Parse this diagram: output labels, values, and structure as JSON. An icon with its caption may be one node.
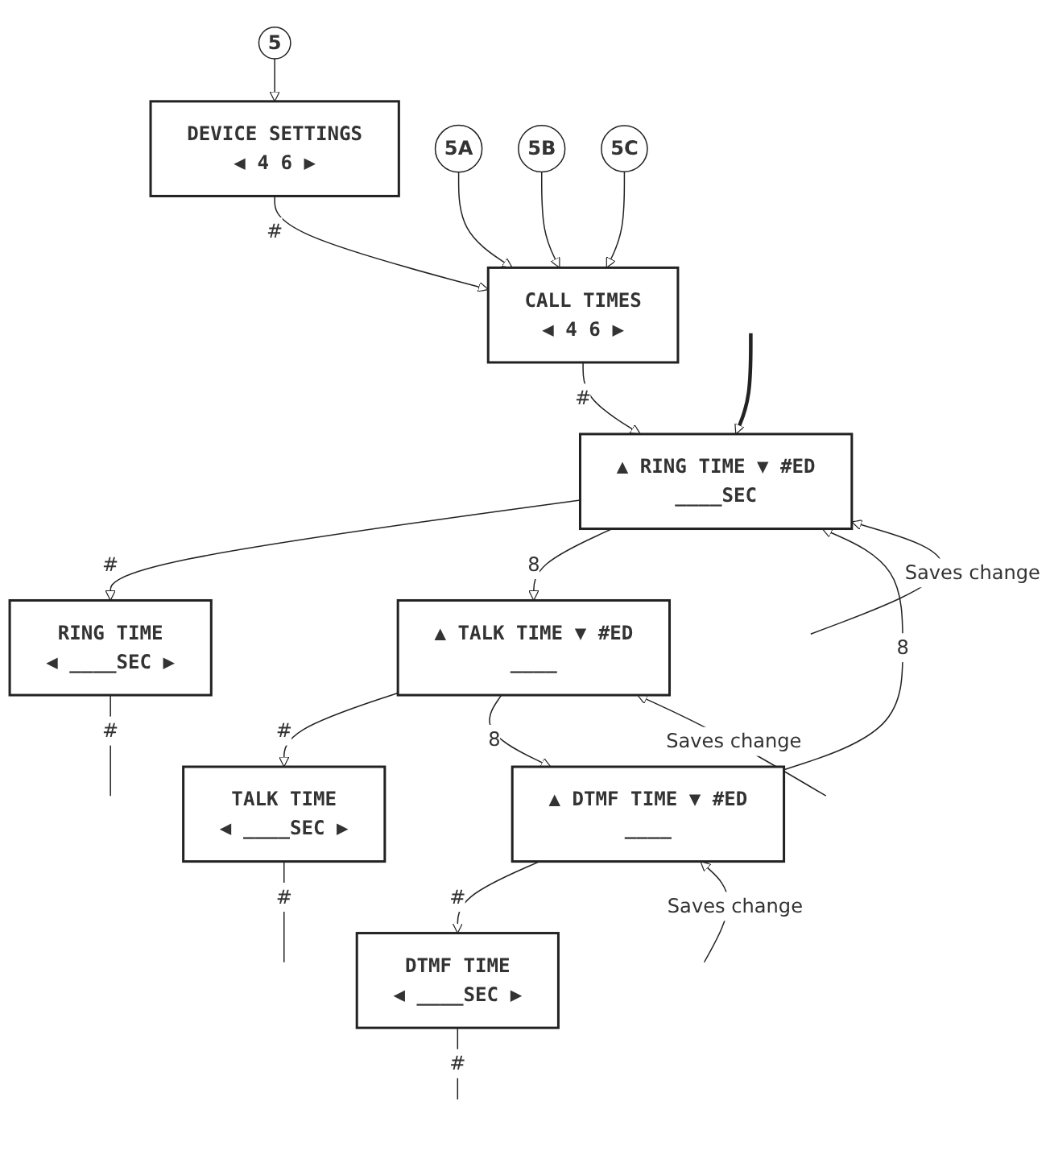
{
  "diagram": {
    "nodes": [
      {
        "text": [
          "5"
        ]
      },
      {
        "text": [
          "DEVICE SETTINGS",
          "◀ 4 6 ▶"
        ]
      },
      {
        "text": [
          "5A"
        ]
      },
      {
        "text": [
          "CALL TIMES",
          "◀ 4 6 ▶"
        ]
      },
      {
        "text": [
          "5B"
        ]
      },
      {
        "text": [
          "5C"
        ]
      },
      {
        "text": [
          "▲ RING TIME ▼ #ED",
          "____SEC"
        ]
      },
      {
        "text": [
          "RING TIME",
          "◀ ____SEC ▶"
        ]
      },
      {
        "text": [
          "▲ TALK TIME ▼ #ED",
          "____"
        ]
      },
      {
        "text": [
          "TALK TIME",
          "◀ ____SEC ▶"
        ]
      },
      {
        "text": [
          "▲ DTMF TIME ▼ #ED",
          "____"
        ]
      },
      {
        "text": [
          "DTMF TIME",
          "◀ ____SEC ▶"
        ]
      }
    ],
    "edges": [
      {
        "from": 0,
        "to": 1,
        "arrow": "to"
      },
      {
        "from": 1,
        "to": 3,
        "arrow": "to",
        "label": "#"
      },
      {
        "from": 2,
        "to": 3,
        "arrow": "to"
      },
      {
        "from": 4,
        "to": 3,
        "arrow": "to"
      },
      {
        "from": 5,
        "to": 3,
        "arrow": "to"
      },
      {
        "from": 3,
        "to": 6,
        "arrow": "to",
        "label": "#"
      },
      {
        "from": null,
        "to": 6,
        "arrow": "to",
        "style": "thick"
      },
      {
        "from": 6,
        "to": 7,
        "arrow": "to",
        "label": "#"
      },
      {
        "from": 6,
        "to": 8,
        "arrow": "to",
        "label": "8"
      },
      {
        "from": 7,
        "to": null,
        "arrow": "none",
        "label": "#"
      },
      {
        "from": null,
        "to": 6,
        "arrow": "to",
        "label": "Saves change"
      },
      {
        "from": 8,
        "to": 9,
        "arrow": "to",
        "label": "#"
      },
      {
        "from": 8,
        "to": 10,
        "arrow": "to",
        "label": "8"
      },
      {
        "from": 9,
        "to": null,
        "arrow": "none",
        "label": "#"
      },
      {
        "from": null,
        "to": 8,
        "arrow": "to",
        "label": "Saves change"
      },
      {
        "from": 10,
        "to": 11,
        "arrow": "to",
        "label": "#"
      },
      {
        "from": 10,
        "to": 6,
        "arrow": "to",
        "label": "8"
      },
      {
        "from": 11,
        "to": null,
        "arrow": "none",
        "label": "#"
      },
      {
        "from": null,
        "to": 10,
        "arrow": "to",
        "label": "Saves change"
      }
    ]
  }
}
